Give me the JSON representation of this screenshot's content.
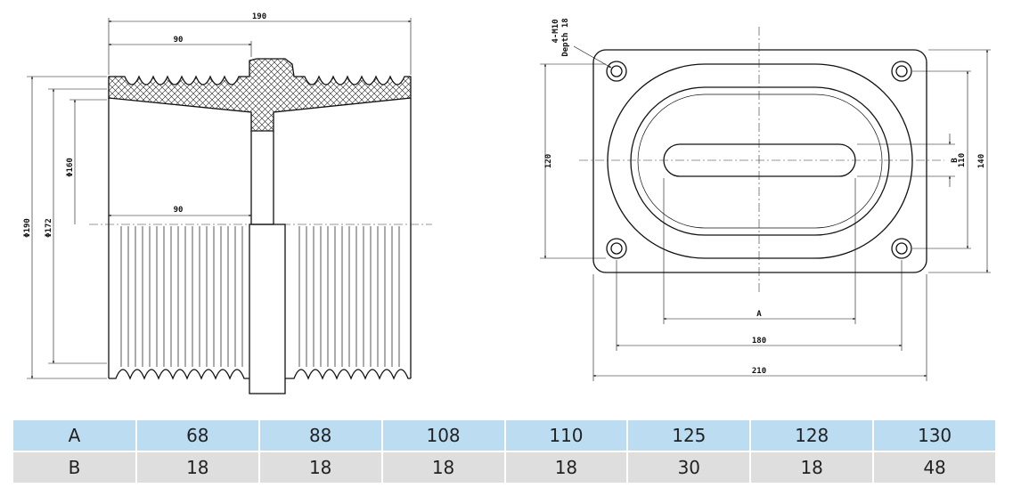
{
  "side_view": {
    "dims": {
      "overall_width": "190",
      "top_half": "90",
      "mid_half": "90",
      "phi_outer": "Φ190",
      "phi_mid": "Φ172",
      "phi_inner": "Φ160"
    }
  },
  "plan_view": {
    "dims": {
      "height_inner": "120",
      "height_holes": "110",
      "height_outer": "140",
      "slot_b": "B",
      "slot_a": "A",
      "hole_span": "180",
      "flange_width": "210",
      "bolt_note_line1": "4-M10",
      "bolt_note_line2": "Depth 18"
    }
  },
  "spec_table": {
    "rows": [
      {
        "label": "A",
        "values": [
          "68",
          "88",
          "108",
          "110",
          "125",
          "128",
          "130"
        ]
      },
      {
        "label": "B",
        "values": [
          "18",
          "18",
          "18",
          "18",
          "30",
          "18",
          "48"
        ]
      }
    ]
  }
}
